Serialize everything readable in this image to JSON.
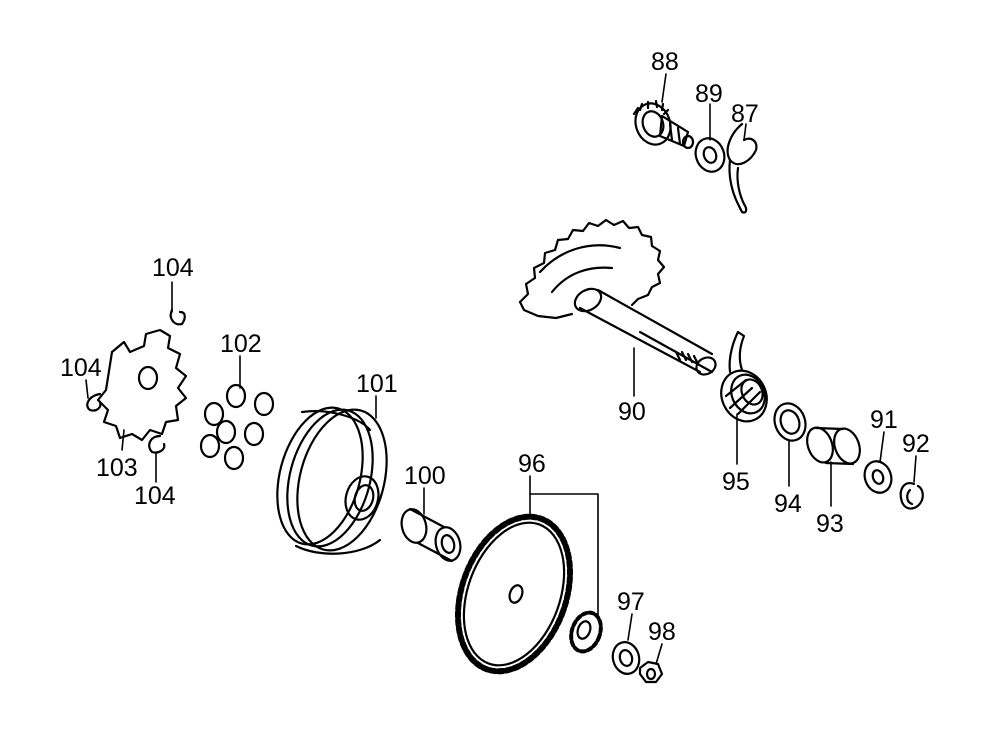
{
  "diagram": {
    "parts": [
      {
        "id": "p87",
        "number": "87"
      },
      {
        "id": "p88",
        "number": "88"
      },
      {
        "id": "p89",
        "number": "89"
      },
      {
        "id": "p90",
        "number": "90"
      },
      {
        "id": "p91",
        "number": "91"
      },
      {
        "id": "p92",
        "number": "92"
      },
      {
        "id": "p93",
        "number": "93"
      },
      {
        "id": "p94",
        "number": "94"
      },
      {
        "id": "p95",
        "number": "95"
      },
      {
        "id": "p96",
        "number": "96"
      },
      {
        "id": "p97",
        "number": "97"
      },
      {
        "id": "p98",
        "number": "98"
      },
      {
        "id": "p100",
        "number": "100"
      },
      {
        "id": "p101",
        "number": "101"
      },
      {
        "id": "p102",
        "number": "102"
      },
      {
        "id": "p103",
        "number": "103"
      },
      {
        "id": "p104a",
        "number": "104"
      },
      {
        "id": "p104b",
        "number": "104"
      },
      {
        "id": "p104c",
        "number": "104"
      }
    ]
  }
}
